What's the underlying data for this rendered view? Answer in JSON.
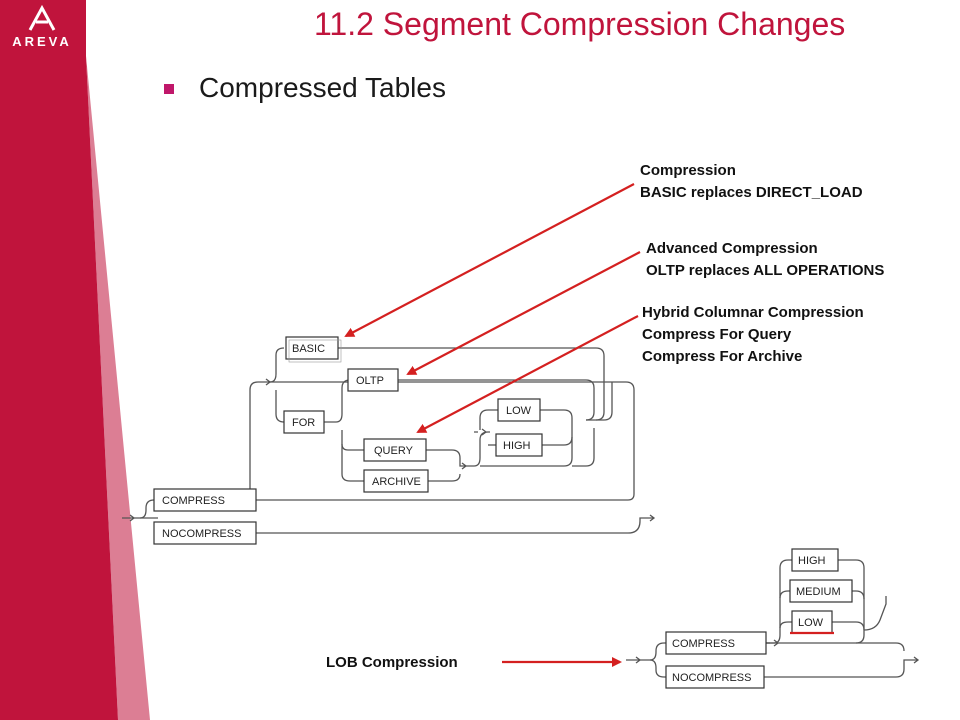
{
  "logo": {
    "name": "AREVA",
    "glyph": "A"
  },
  "title": "11.2 Segment Compression Changes",
  "bullet": "Compressed Tables",
  "callouts": {
    "compression": {
      "line1": "Compression",
      "line2": "BASIC replaces DIRECT_LOAD"
    },
    "advanced": {
      "line1": "Advanced Compression",
      "line2": "OLTP replaces ALL OPERATIONS"
    },
    "hybrid": {
      "line1": "Hybrid Columnar Compression",
      "line2": "Compress For Query",
      "line3": "Compress For Archive"
    },
    "lob": "LOB Compression"
  },
  "table_syntax": {
    "basic": "BASIC",
    "for": "FOR",
    "oltp": "OLTP",
    "query": "QUERY",
    "archive": "ARCHIVE",
    "low": "LOW",
    "high": "HIGH",
    "compress": "COMPRESS",
    "nocompress": "NOCOMPRESS"
  },
  "lob_syntax": {
    "high": "HIGH",
    "medium": "MEDIUM",
    "low": "LOW",
    "compress": "COMPRESS",
    "nocompress": "NOCOMPRESS"
  },
  "colors": {
    "brand_red": "#c0143c",
    "arrow_red": "#d42020",
    "bullet_magenta": "#c0176a"
  }
}
